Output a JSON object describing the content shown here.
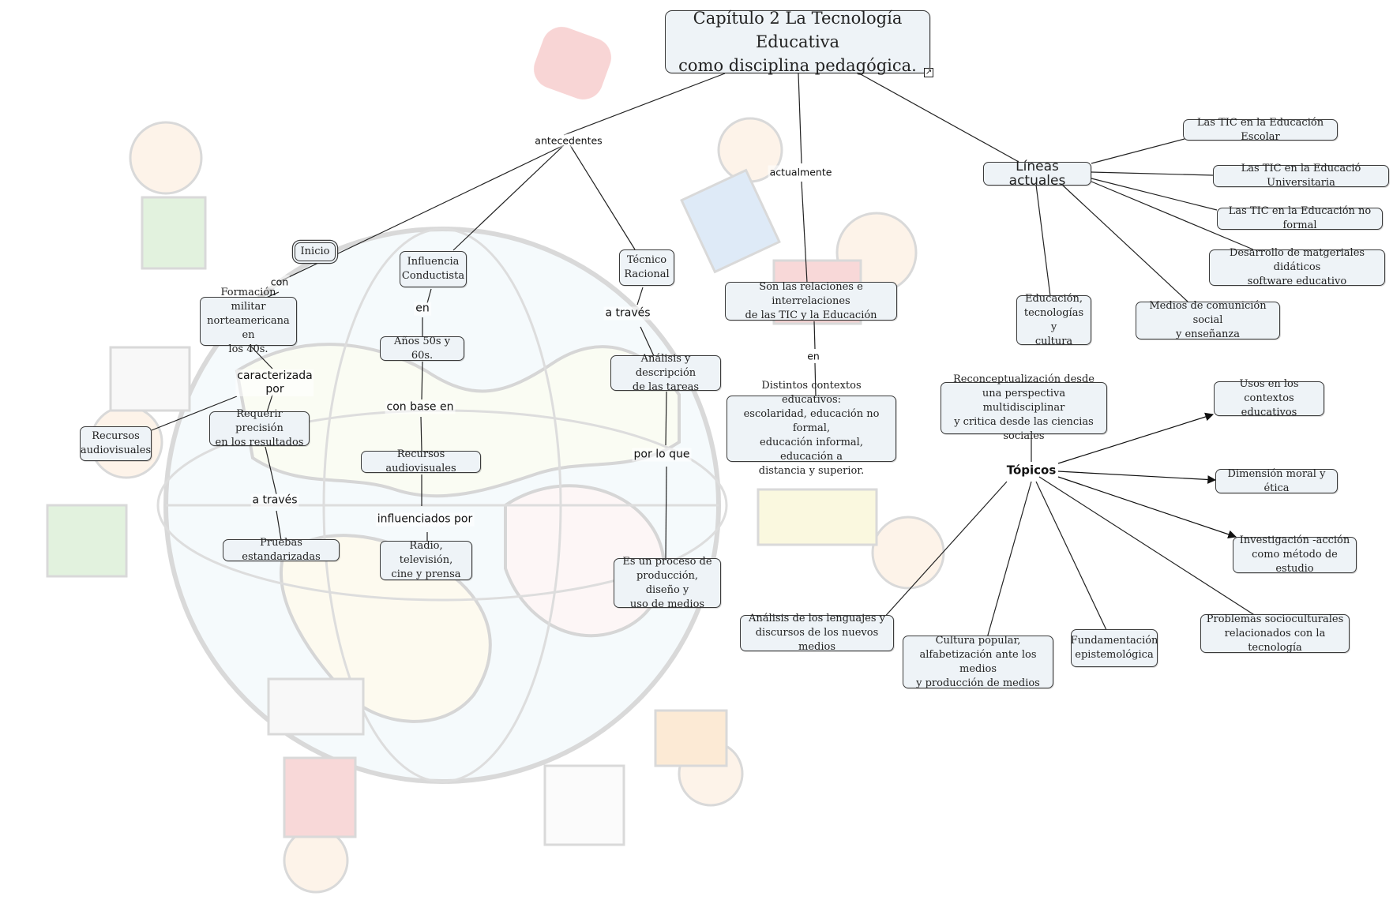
{
  "title": "Capítulo  2 La Tecnología Educativa\ncomo disciplina pedagógica.",
  "link_icon": "shortcut-arrow-icon",
  "background_art": "children-around-globe-illustration",
  "colors": {
    "node_fill": "#eef3f7",
    "node_border": "#3a3a3a",
    "line": "#222222"
  },
  "nodes": {
    "inicio": "Inicio",
    "formacion": "Formación militar\nnorteamericana en\nlos 40s.",
    "requerir": "Requerir precisión\nen los resultados",
    "recursos_av": "Recursos\naudiovisuales",
    "pruebas": "Pruebas estandarizadas",
    "influencia": "Influencia\nConductista",
    "anos": "Años 50s y 60s.",
    "recursos_aud": "Recursos audiovisuales",
    "radio": "Radio, televisión,\ncine y prensa",
    "tecnico": "Técnico\nRacional",
    "analisis_tareas": "Análisis y descripción\nde las tareas",
    "proceso": "Es un proceso de\nproducción, diseño y\nuso de medios",
    "relaciones": "Son las relaciones e interrelaciones\nde las TIC y la Educación",
    "contextos": "Distintos contextos educativos:\nescolaridad, educación no formal,\neducación informal, educación a\ndistancia y superior.",
    "lineas": "Líneas actuales",
    "tic_escolar": "Las TIC en la Educación Escolar",
    "tic_univ": "Las TIC en la Educació Universitaria",
    "tic_noformal": "Las TIC en la Educación no formal",
    "desarrollo": "Desarrollo de matgeriales didáticos\nsoftware educativo",
    "medios": "Medios de comunición social\ny enseñanza",
    "educacion_tec": "Educación,\ntecnologías y\ncultura",
    "reconceptualizacion": "Reconceptualización desde\nuna perspectiva multidisciplinar\ny critica desde las ciencias sociales",
    "usos": "Usos en los contextos\neducativos",
    "dimension": "Dimensión moral y ética",
    "investigacion": "Investigación -acción\ncomo método de estudio",
    "problemas": "Problemas socioculturales\nrelacionados con la tecnología",
    "fundamentacion": "Fundamentación\nepistemológica",
    "cultura": "Cultura popular,\nalfabetización ante los medios\ny producción de medios",
    "analisis_lenguajes": "Análisis de los lenguajes y\ndiscursos de los nuevos medios"
  },
  "labels": {
    "antecedentes": "antecedentes",
    "actualmente": "actualmente",
    "con": "con",
    "caracterizada": "caracterizada\npor",
    "a_traves_1": "a través",
    "en_1": "en",
    "con_base_en": "con base en",
    "influenciados": "influenciados por",
    "a_traves_2": "a través",
    "por_lo_que": "por lo que",
    "en_2": "en",
    "topicos": "Tópicos"
  }
}
